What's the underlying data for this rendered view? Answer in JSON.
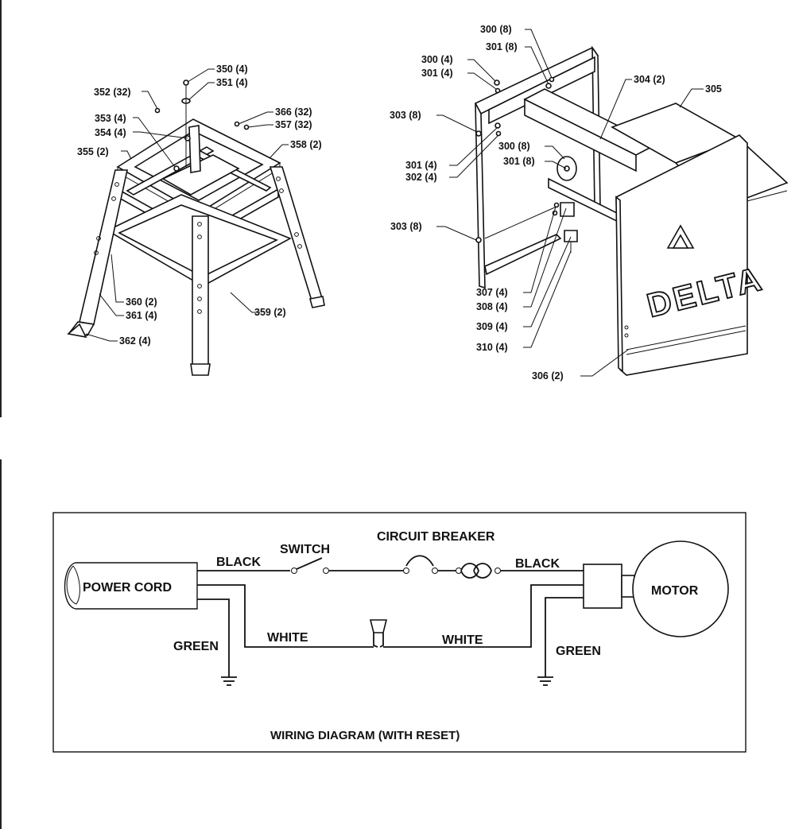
{
  "stand_labels": {
    "p350": "350 (4)",
    "p351": "351 (4)",
    "p352": "352 (32)",
    "p353": "353 (4)",
    "p354": "354 (4)",
    "p355": "355 (2)",
    "p366": "366 (32)",
    "p357": "357 (32)",
    "p358": "358 (2)",
    "p360": "360 (2)",
    "p361": "361 (4)",
    "p359": "359 (2)",
    "p362": "362 (4)"
  },
  "cabinet_labels": {
    "p300a": "300 (8)",
    "p301a": "301 (8)",
    "p300b": "300 (4)",
    "p301b": "301 (4)",
    "p303a": "303 (8)",
    "p304": "304 (2)",
    "p305": "305",
    "p301c": "301 (4)",
    "p302": "302 (4)",
    "p300c": "300 (8)",
    "p301d": "301 (8)",
    "p303b": "303 (8)",
    "p307": "307 (4)",
    "p308": "308 (4)",
    "p309": "309 (4)",
    "p310": "310 (4)",
    "p306": "306 (2)"
  },
  "logo_text": "DELTA",
  "wiring": {
    "power_cord": "POWER CORD",
    "black_left": "BLACK",
    "switch": "SWITCH",
    "circuit_breaker": "CIRCUIT BREAKER",
    "black_right": "BLACK",
    "motor": "MOTOR",
    "green_left": "GREEN",
    "white_left": "WHITE",
    "white_right": "WHITE",
    "green_right": "GREEN",
    "caption": "WIRING DIAGRAM (WITH RESET)"
  }
}
